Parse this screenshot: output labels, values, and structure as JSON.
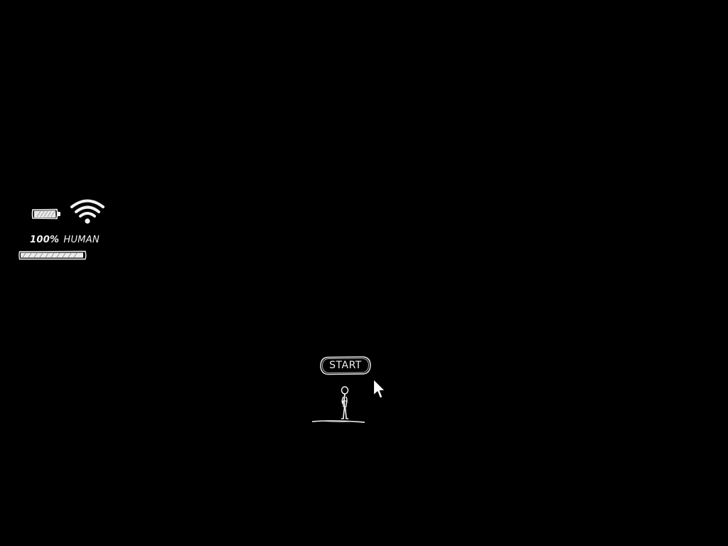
{
  "hud": {
    "battery_icon": "battery-icon",
    "wifi_icon": "wifi-icon",
    "human_percent": "100%",
    "human_label": "HUMAN",
    "human_level": 1.0
  },
  "start": {
    "label": "START"
  },
  "colors": {
    "background": "#000000",
    "ink": "#f2f2f2"
  }
}
